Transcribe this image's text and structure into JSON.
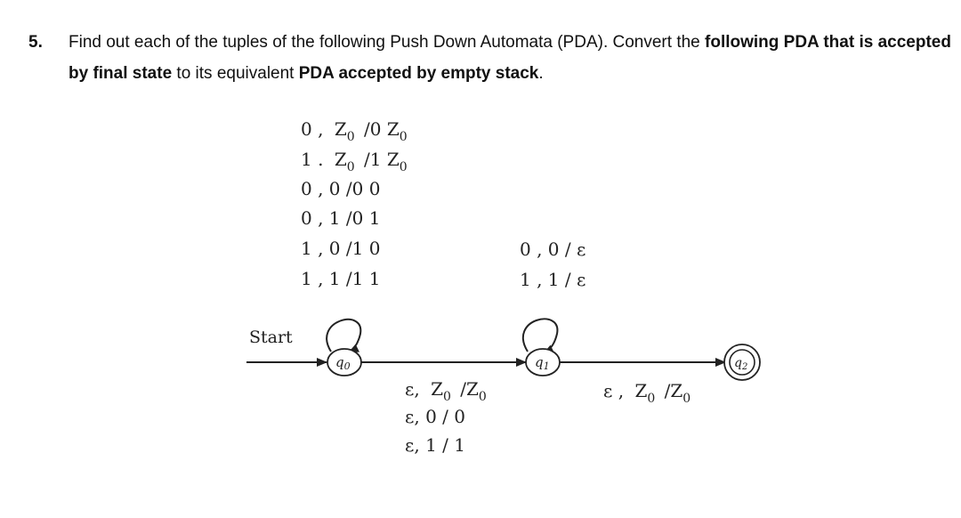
{
  "question": {
    "number": "5.",
    "text_part1": "Find out each of the tuples of the following Push Down Automata (PDA). Convert the ",
    "text_bold1": "following PDA that is accepted by final state",
    "text_part2": " to its equivalent ",
    "text_bold2": "PDA accepted by empty stack",
    "text_part3": "."
  },
  "diagram": {
    "start_label": "Start",
    "states": {
      "q0": {
        "base": "q",
        "sub": "0"
      },
      "q1": {
        "base": "q",
        "sub": "1"
      },
      "q2": {
        "base": "q",
        "sub": "2"
      }
    },
    "q0_loop": [
      {
        "in": "0 ,",
        "stack": "Z",
        "stack_sub": "0",
        "push": "/0 Z",
        "push_sub": "0"
      },
      {
        "in": "1 .",
        "stack": "Z",
        "stack_sub": "0",
        "push": "/1 Z",
        "push_sub": "0"
      },
      {
        "plain": "0 ,  0 /0 0"
      },
      {
        "plain": "0 ,  1 /0 1"
      },
      {
        "plain": "1 ,  0 /1 0"
      },
      {
        "plain": "1 ,  1 /1 1"
      }
    ],
    "q1_loop": [
      "0 ,  0 / ε",
      "1 ,  1 / ε"
    ],
    "q0_q1": [
      {
        "in": "ε,",
        "stack": "Z",
        "stack_sub": "0",
        "push": "/Z",
        "push_sub": "0"
      },
      {
        "plain": "ε,  0 / 0"
      },
      {
        "plain": "ε,  1 / 1"
      }
    ],
    "q1_q2": {
      "in": "ε ,",
      "stack": "Z",
      "stack_sub": "0",
      "push": "/Z",
      "push_sub": "0"
    }
  }
}
